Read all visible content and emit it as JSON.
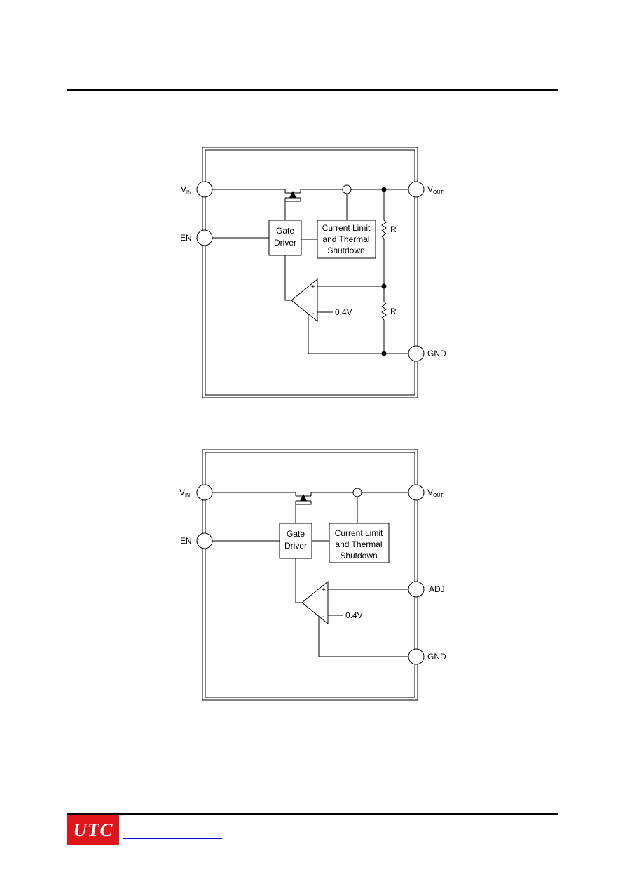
{
  "diagram1": {
    "pins": {
      "vin": "V",
      "vin_sub": "IN",
      "en": "EN",
      "vout": "V",
      "vout_sub": "OUT",
      "gnd": "GND"
    },
    "gate_driver": [
      "Gate",
      "Driver"
    ],
    "current_limit": [
      "Current Limit",
      "and Thermal",
      "Shutdown"
    ],
    "resistor_top": "R",
    "resistor_bottom": "R",
    "reference": "0.4V",
    "plus": "+",
    "minus": "-"
  },
  "diagram2": {
    "pins": {
      "vin": "V",
      "vin_sub": "IN",
      "en": "EN",
      "vout": "V",
      "vout_sub": "OUT",
      "adj": "ADJ",
      "gnd": "GND"
    },
    "gate_driver": [
      "Gate",
      "Driver"
    ],
    "current_limit": [
      "Current Limit",
      "and Thermal",
      "Shutdown"
    ],
    "reference": "0.4V",
    "plus": "+",
    "minus": "-"
  },
  "footer": {
    "logo": "UTC"
  }
}
